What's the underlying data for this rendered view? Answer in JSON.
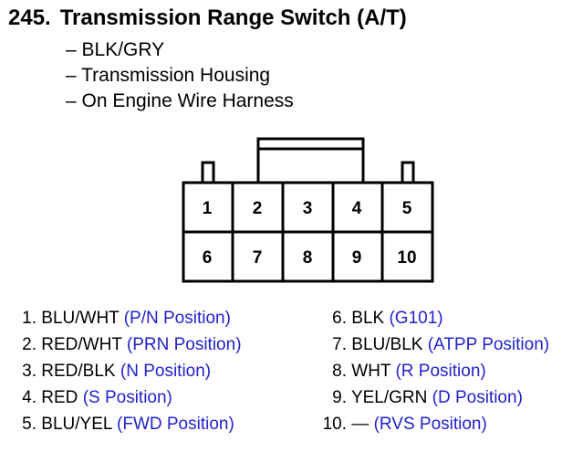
{
  "header": {
    "number": "245.",
    "title": "Transmission Range Switch (A/T)"
  },
  "details": [
    "– BLK/GRY",
    "– Transmission Housing",
    "– On Engine Wire Harness"
  ],
  "connector": {
    "pins": [
      "1",
      "2",
      "3",
      "4",
      "5",
      "6",
      "7",
      "8",
      "9",
      "10"
    ]
  },
  "legend": {
    "left": [
      {
        "num": "1.",
        "wire": "BLU/WHT",
        "position": "(P/N Position)"
      },
      {
        "num": "2.",
        "wire": "RED/WHT",
        "position": "(PRN Position)"
      },
      {
        "num": "3.",
        "wire": "RED/BLK",
        "position": "(N Position)"
      },
      {
        "num": "4.",
        "wire": "RED",
        "position": "(S Position)"
      },
      {
        "num": "5.",
        "wire": "BLU/YEL",
        "position": "(FWD Position)"
      }
    ],
    "right": [
      {
        "num": "6.",
        "wire": "BLK",
        "position": "(G101)"
      },
      {
        "num": "7.",
        "wire": "BLU/BLK",
        "position": "(ATPP Position)"
      },
      {
        "num": "8.",
        "wire": "WHT",
        "position": "(R Position)"
      },
      {
        "num": "9.",
        "wire": "YEL/GRN",
        "position": "(D Position)"
      },
      {
        "num": "10.",
        "wire": "—",
        "position": "(RVS Position)"
      }
    ]
  },
  "colors": {
    "position_text": "#2222cc",
    "line": "#000000"
  }
}
